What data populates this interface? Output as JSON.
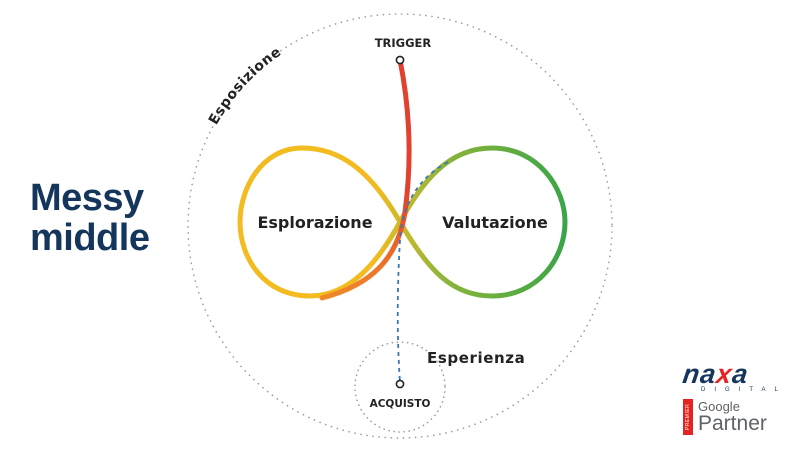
{
  "heading": {
    "line1": "Messy",
    "line2": "middle"
  },
  "diagram": {
    "outer_label": "Esposizione",
    "trigger_label": "TRIGGER",
    "left_loop_label": "Esplorazione",
    "right_loop_label": "Valutazione",
    "experience_label": "Esperienza",
    "purchase_label": "ACQUISTO",
    "colors": {
      "exploration": "#f2bb1f",
      "evaluation": "#3aa547",
      "trigger": "#e0422f",
      "purchase_path": "#3a78b5",
      "dots": "#9a9a9a"
    }
  },
  "brand": {
    "logo_pre": "na",
    "logo_x": "x",
    "logo_post": "a",
    "logo_sub": "DIGITAL",
    "badge_tag": "PREMIER",
    "badge_google": "Google",
    "badge_partner": "Partner"
  }
}
